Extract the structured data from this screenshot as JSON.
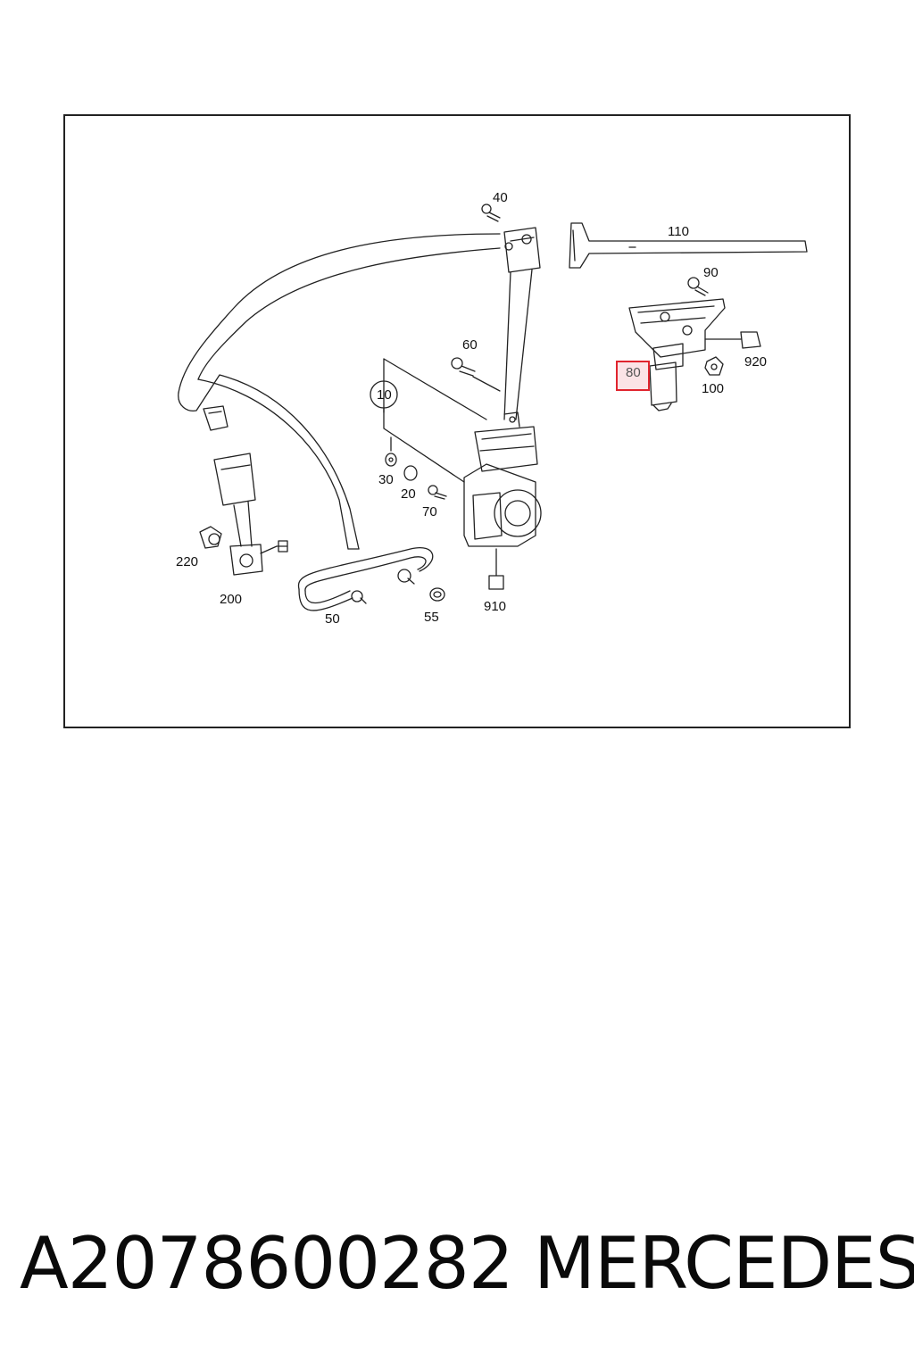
{
  "callouts": {
    "c10": "10",
    "c20": "20",
    "c30": "30",
    "c40": "40",
    "c50": "50",
    "c55": "55",
    "c60": "60",
    "c70": "70",
    "c80": "80",
    "c90": "90",
    "c100": "100",
    "c110": "110",
    "c200": "200",
    "c220": "220",
    "c910": "910",
    "c920": "920"
  },
  "highlighted_callout": "80",
  "colors": {
    "highlight_border": "#e0242e",
    "highlight_fill": "#fbe3e6",
    "line": "#222222"
  },
  "footer": {
    "part_number": "A2078600282",
    "brand": "MERCEDES"
  }
}
